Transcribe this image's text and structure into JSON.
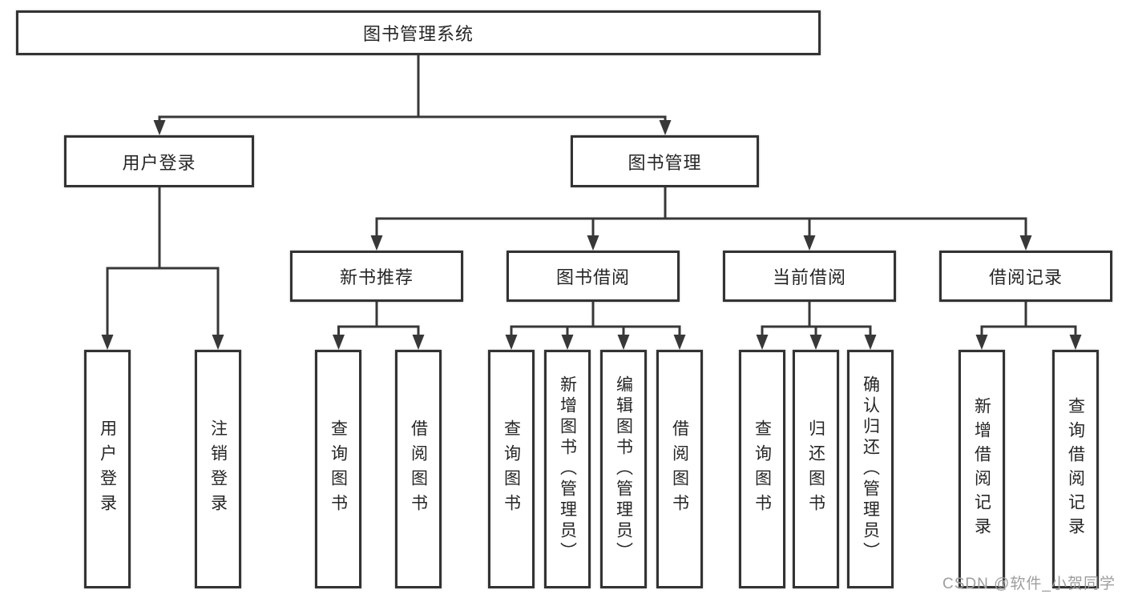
{
  "tree": {
    "root": {
      "label": "图书管理系统"
    },
    "children": [
      {
        "label": "用户登录",
        "children": [
          {
            "label": "用户登录"
          },
          {
            "label": "注销登录"
          }
        ]
      },
      {
        "label": "图书管理",
        "children": [
          {
            "label": "新书推荐",
            "children": [
              {
                "label": "查询图书"
              },
              {
                "label": "借阅图书"
              }
            ]
          },
          {
            "label": "图书借阅",
            "children": [
              {
                "label": "查询图书"
              },
              {
                "label": "新增图书（管理员）"
              },
              {
                "label": "编辑图书（管理员）"
              },
              {
                "label": "借阅图书"
              }
            ]
          },
          {
            "label": "当前借阅",
            "children": [
              {
                "label": "查询图书"
              },
              {
                "label": "归还图书"
              },
              {
                "label": "确认归还（管理员）"
              }
            ]
          },
          {
            "label": "借阅记录",
            "children": [
              {
                "label": "新增借阅记录"
              },
              {
                "label": "查询借阅记录"
              }
            ]
          }
        ]
      }
    ]
  },
  "watermark": {
    "text": "CSDN @软件_小贺同学"
  },
  "colors": {
    "line": "#383838",
    "border": "#333333",
    "text": "#262626",
    "watermark": "#9e9e9e",
    "background": "#ffffff"
  }
}
